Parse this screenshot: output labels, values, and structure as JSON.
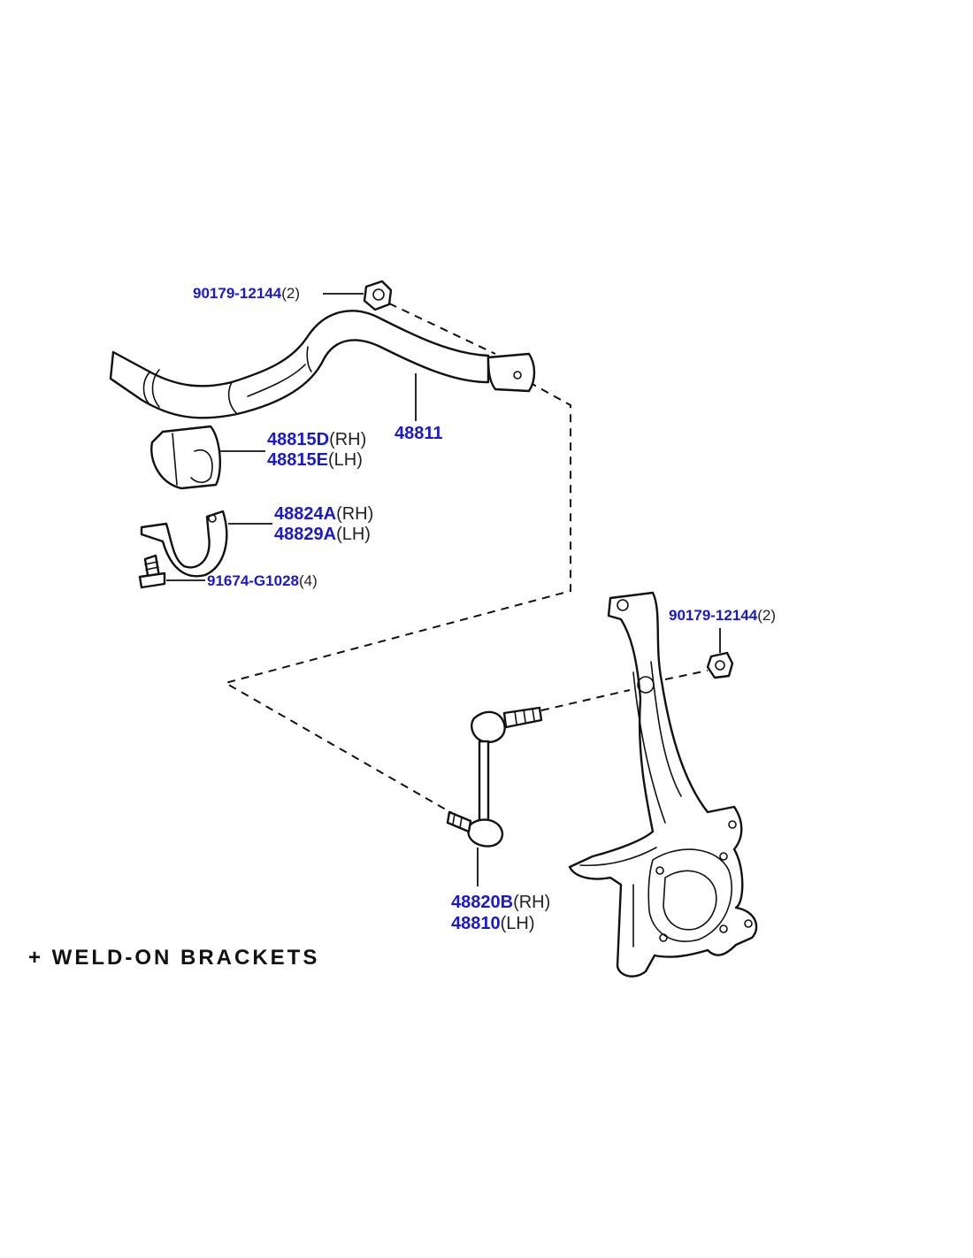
{
  "callouts": {
    "nut_top": {
      "part": "90179-12144",
      "qty": "(2)"
    },
    "stabilizer_bar": {
      "part": "48811"
    },
    "bushing_rh": {
      "part": "48815D",
      "side": "(RH)"
    },
    "bushing_lh": {
      "part": "48815E",
      "side": "(LH)"
    },
    "bracket_rh": {
      "part": "48824A",
      "side": "(RH)"
    },
    "bracket_lh": {
      "part": "48829A",
      "side": "(LH)"
    },
    "bolt": {
      "part": "91674-G1028",
      "qty": "(4)"
    },
    "nut_knuckle": {
      "part": "90179-12144",
      "qty": "(2)"
    },
    "link_rh": {
      "part": "48820B",
      "side": "(RH)"
    },
    "link_lh": {
      "part": "48810",
      "side": "(LH)"
    }
  },
  "caption": "+ WELD-ON BRACKETS",
  "colors": {
    "part_number": "#1a1ac8",
    "line": "#111111",
    "text": "#222222"
  }
}
